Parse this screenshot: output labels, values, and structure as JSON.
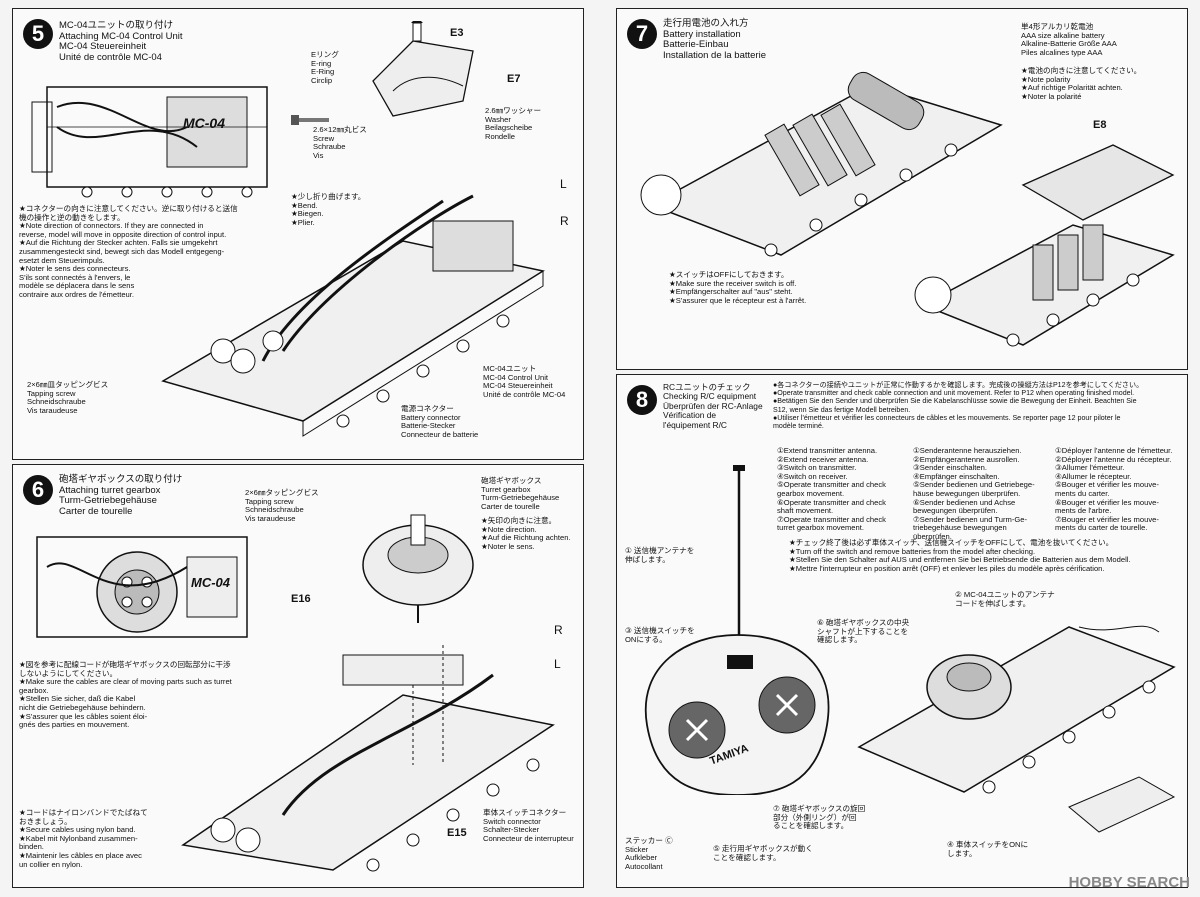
{
  "step5": {
    "number": "5",
    "title": [
      "MC-04ユニットの取り付け",
      "Attaching MC-04 Control Unit",
      "MC-04 Steuereinheit",
      "Unité de contrôle MC-04"
    ],
    "eclip_label": [
      "Eリング",
      "E-ring",
      "E-Ring",
      "Circlip"
    ],
    "screw_label": [
      "2.6×12㎜丸ビス",
      "Screw",
      "Schraube",
      "Vis"
    ],
    "washer_label": [
      "2.6㎜ワッシャー",
      "Washer",
      "Beilagscheibe",
      "Rondelle"
    ],
    "part_e3": "E3",
    "part_e7": "E7",
    "bend_label": [
      "★少し折り曲げます。",
      "★Bend.",
      "★Biegen.",
      "★Plier."
    ],
    "part_l": "L",
    "part_r": "R",
    "note": [
      "★コネクターの向きに注意してください。逆に取り付けると送信",
      "機の操作と逆の動きをします。",
      "★Note direction of connectors. If they are connected in",
      "reverse, model will move in opposite direction of control input.",
      "★Auf die Richtung der Stecker achten. Falls sie umgekehrt",
      "zusammengesteckt sind, bewegt sich das Modell entgegeng-",
      "esetzt dem Steuerimpuls.",
      "★Noter le sens des connecteurs.",
      "S'ils sont connectés à l'envers, le",
      "modèle se déplacera dans le sens",
      "contraire aux ordres de l'émetteur."
    ],
    "tapping_label": [
      "2×6㎜皿タッピングビス",
      "Tapping screw",
      "Schneidschraube",
      "Vis taraudeuse"
    ],
    "battery_conn_label": [
      "電源コネクター",
      "Battery connector",
      "Batterie-Stecker",
      "Connecteur de batterie"
    ],
    "mc04_label": [
      "MC-04ユニット",
      "MC-04 Control Unit",
      "MC-04 Steuereinheit",
      "Unité de contrôle MC-04"
    ],
    "unit_text": "MC-04"
  },
  "step6": {
    "number": "6",
    "title": [
      "砲塔ギヤボックスの取り付け",
      "Attaching turret gearbox",
      "Turm-Getriebegehäuse",
      "Carter de tourelle"
    ],
    "tapping_label": [
      "2×6㎜タッピングビス",
      "Tapping screw",
      "Schneidschraube",
      "Vis taraudeuse"
    ],
    "gearbox_label": [
      "砲塔ギヤボックス",
      "Turret gearbox",
      "Turm-Getriebegehäuse",
      "Carter de tourelle"
    ],
    "direction_note": [
      "★矢印の向きに注意。",
      "★Note direction.",
      "★Auf die Richtung achten.",
      "★Noter le sens."
    ],
    "part_e16": "E16",
    "part_r": "R",
    "part_l": "L",
    "part_e15": "E15",
    "cables_note": [
      "★図を参考に配線コードが砲塔ギヤボックスの回転部分に干渉",
      "しないようにしてください。",
      "★Make sure the cables  are clear of moving parts such as turret",
      "gearbox.",
      "★Stellen Sie sicher, daß die Kabel",
      "nicht die Getriebegehäuse behindern.",
      "★S'assurer que les câbles soient éloi-",
      "gnés des parties en mouvement."
    ],
    "nylon_note": [
      "★コードはナイロンバンドでたばねて",
      "おきましょう。",
      "★Secure cables using nylon band.",
      "★Kabel mit Nylonband zusammen-",
      "binden.",
      "★Maintenir les câbles en place avec",
      "un collier en nylon."
    ],
    "switch_conn_label": [
      "車体スイッチコネクター",
      "Switch connector",
      "Schalter-Stecker",
      "Connecteur de interrupteur"
    ],
    "unit_text": "MC-04"
  },
  "step7": {
    "number": "7",
    "title": [
      "走行用電池の入れ方",
      "Battery installation",
      "Batterie-Einbau",
      "Installation de la batterie"
    ],
    "battery_label": [
      "単4形アルカリ乾電池",
      "AAA size alkaline battery",
      "Alkaline-Batterie Größe AAA",
      "Piles alcalines type AAA"
    ],
    "polarity_note": [
      "★電池の向きに注意してください。",
      "★Note polarity",
      "★Auf richtige Polarität achten.",
      "★Noter la polarité"
    ],
    "part_e8": "E8",
    "switch_note": [
      "★スイッチはOFFにしておきます。",
      "★Make sure the receiver switch is off.",
      "★Empfängerschalter auf \"aus\" steht.",
      "★S'assurer que le récepteur est à l'arrêt."
    ]
  },
  "step8": {
    "number": "8",
    "title": [
      "RCユニットのチェック",
      "Checking R/C equipment",
      "Überprüfen der RC-Anlage",
      "Vérification de",
      "l'équipement R/C"
    ],
    "intro": [
      "●各コネクターの接続やユニットが正常に作動するかを確認します。完成後の操縦方法はP12を参考にしてください。",
      "●Operate transmitter and check cable connection and unit movement. Refer to P12 when operating finished model.",
      "●Betätigen Sie den Sender und überprüfen Sie die Kabelanschlüsse sowie die Bewegung der Einheit. Beachten Sie",
      "S12, wenn Sie das fertige Modell betreiben.",
      "●Utiliser l'émetteur et vérifier les connecteurs de câbles et les mouvements. Se reporter page 12 pour piloter le",
      "modèle terminé."
    ],
    "steps_en": [
      "①Extend transmitter antenna.",
      "②Extend receiver antenna.",
      "③Switch on transmitter.",
      "④Switch on receiver.",
      "⑤Operate transmitter and check",
      "gearbox movement.",
      "⑥Operate transmitter and check",
      "shaft movement.",
      "⑦Operate transmitter and check",
      "turret gearbox movement."
    ],
    "steps_de": [
      "①Senderantenne herausziehen.",
      "②Empfängerantenne ausrollen.",
      "③Sender einschalten.",
      "④Empfänger einschalten.",
      "⑤Sender bedienen und Getriebege-",
      "häuse bewegungen überprüfen.",
      "⑥Sender bedienen und Achse",
      "bewegungen überprüfen.",
      "⑦Sender bedienen und Turm-Ge-",
      "triebegehäuse bewegungen",
      "überprüfen."
    ],
    "steps_fr": [
      "①Déployer l'antenne de l'émetteur.",
      "②Déployer l'antenne du récepteur.",
      "③Allumer l'émetteur.",
      "④Allumer le récepteur.",
      "⑤Bouger et vérifier les mouve-",
      "ments du carter.",
      "⑥Bouger et vérifier les mouve-",
      "ments de l'arbre.",
      "⑦Bouger et vérifier les mouve-",
      "ments du carter de tourelle."
    ],
    "after_check": [
      "★チェック終了後は必ず車体スイッチ、送信機スイッチをOFFにして、電池を抜いてください。",
      "★Turn off the switch and remove batteries from the model after checking.",
      "★Stellen Sie den Schalter auf AUS und entfernen Sie bei Betriebsende die Batterien aus dem Modell.",
      "★Mettre l'interrupteur en position arrêt (OFF) et enlever les piles du modèle après cérification."
    ],
    "callout1": [
      "① 送信機アンテナを",
      "伸ばします。"
    ],
    "callout2": [
      "② MC-04ユニットのアンテナ",
      "コードを伸ばします。"
    ],
    "callout3": [
      "③ 送信機スイッチを",
      "ONにする。"
    ],
    "callout6": [
      "⑥ 砲塔ギヤボックスの中央",
      "シャフトが上下することを",
      "確認します。"
    ],
    "callout7": [
      "⑦ 砲塔ギヤボックスの旋回",
      "部分（外側リング）が回",
      "ることを確認します。"
    ],
    "callout5": [
      "⑤ 走行用ギヤボックスが動く",
      "ことを確認します。"
    ],
    "callout4": [
      "④ 車体スイッチをONに",
      "します。"
    ],
    "sticker_label": [
      "ステッカー Ⓒ",
      "Sticker",
      "Aufkleber",
      "Autocollant"
    ],
    "brand": "TAMIYA"
  },
  "watermark": "HOBBY SEARCH",
  "colors": {
    "ink": "#111111",
    "paper": "#fafafa",
    "background": "#f4f4f4",
    "watermark": "#888888"
  }
}
